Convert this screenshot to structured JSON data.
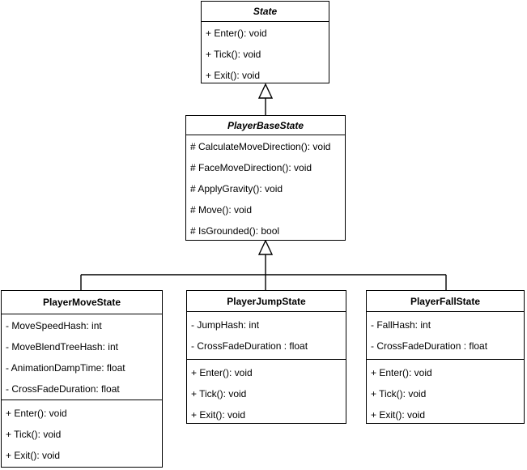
{
  "diagram": {
    "kind": "uml-class-diagram",
    "background_color": "#ffffff",
    "stroke_color": "#000000",
    "text_color": "#000000"
  },
  "classes": [
    {
      "name": "State",
      "abstract": true,
      "fields": [],
      "methods": [
        "+ Enter(): void",
        "+ Tick(): void",
        "+ Exit(): void"
      ]
    },
    {
      "name": "PlayerBaseState",
      "abstract": true,
      "fields": [],
      "methods": [
        "# CalculateMoveDirection(): void",
        "# FaceMoveDirection(): void",
        "# ApplyGravity(): void",
        "# Move(): void",
        "# IsGrounded(): bool"
      ]
    },
    {
      "name": "PlayerMoveState",
      "abstract": false,
      "fields": [
        "- MoveSpeedHash: int",
        "- MoveBlendTreeHash: int",
        "- AnimationDampTime: float",
        "- CrossFadeDuration: float"
      ],
      "methods": [
        "+ Enter(): void",
        "+ Tick(): void",
        "+ Exit(): void"
      ]
    },
    {
      "name": "PlayerJumpState",
      "abstract": false,
      "fields": [
        "- JumpHash: int",
        "- CrossFadeDuration : float"
      ],
      "methods": [
        "+ Enter(): void",
        "+ Tick(): void",
        "+ Exit(): void"
      ]
    },
    {
      "name": "PlayerFallState",
      "abstract": false,
      "fields": [
        "- FallHash: int",
        "- CrossFadeDuration : float"
      ],
      "methods": [
        "+ Enter(): void",
        "+ Tick(): void",
        "+ Exit(): void"
      ]
    }
  ],
  "relationships": [
    {
      "type": "inheritance",
      "from": "PlayerBaseState",
      "to": "State"
    },
    {
      "type": "inheritance",
      "from": "PlayerMoveState",
      "to": "PlayerBaseState"
    },
    {
      "type": "inheritance",
      "from": "PlayerJumpState",
      "to": "PlayerBaseState"
    },
    {
      "type": "inheritance",
      "from": "PlayerFallState",
      "to": "PlayerBaseState"
    }
  ]
}
